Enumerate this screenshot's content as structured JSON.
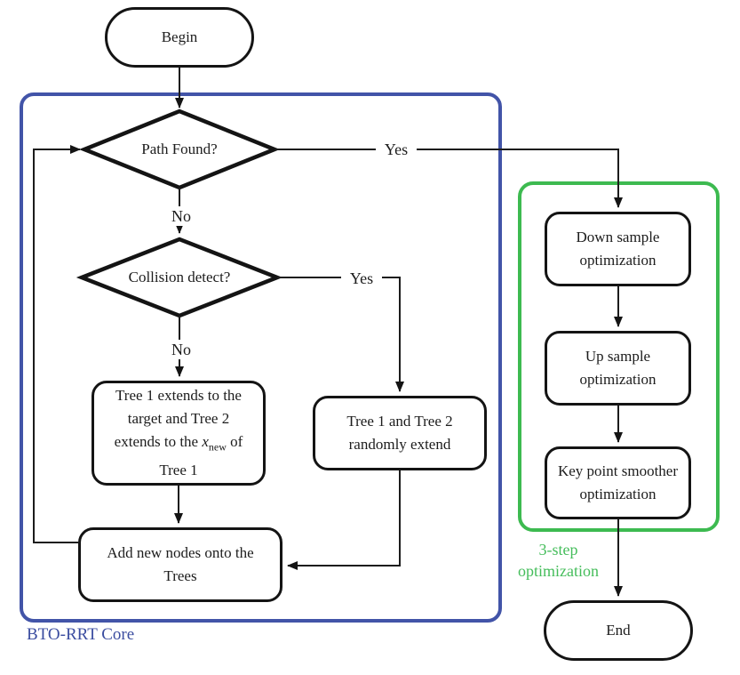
{
  "diagram": {
    "title": "BTO-RRT algorithm flowchart",
    "colors": {
      "core_border": "#4254a8",
      "core_label": "#3b4da0",
      "opt_border": "#3dba50",
      "opt_label": "#45bd5b",
      "ink": "#141414"
    },
    "nodes": {
      "begin": {
        "label": "Begin"
      },
      "path_found": {
        "label": "Path Found?"
      },
      "collision": {
        "label": "Collision detect?"
      },
      "tree_extends": {
        "line1": "Tree 1 extends to the",
        "line2": "target and Tree 2",
        "line3_prefix": "extends to the",
        "math_var": "x",
        "math_sub": "new",
        "line3_suffix": "of",
        "line4": "Tree 1"
      },
      "random_extend": {
        "line1": "Tree 1 and Tree 2",
        "line2": "randomly extend"
      },
      "add_nodes": {
        "line1": "Add new nodes onto the",
        "line2": "Trees"
      },
      "down_sample": {
        "line1": "Down sample",
        "line2": "optimization"
      },
      "up_sample": {
        "line1": "Up sample",
        "line2": "optimization"
      },
      "key_point": {
        "line1": "Key point smoother",
        "line2": "optimization"
      },
      "end": {
        "label": "End"
      }
    },
    "edge_labels": {
      "path_yes": "Yes",
      "path_no": "No",
      "collision_yes": "Yes",
      "collision_no": "No"
    },
    "region_labels": {
      "core": "BTO-RRT Core",
      "opt_line1": "3-step",
      "opt_line2": "optimization"
    }
  }
}
